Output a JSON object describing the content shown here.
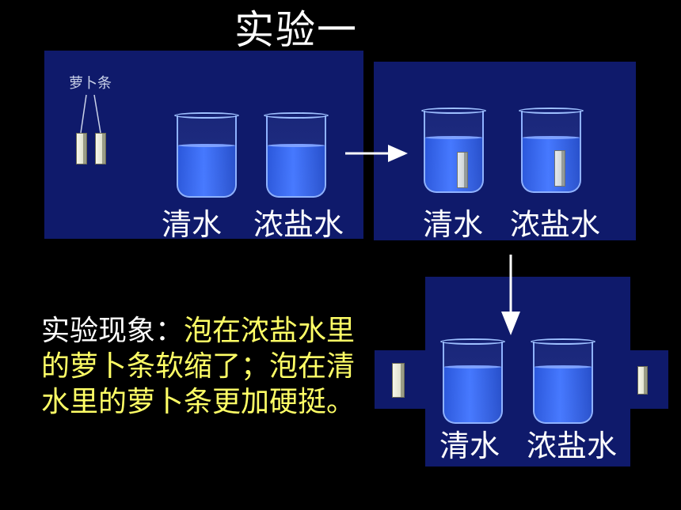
{
  "title": "实验一",
  "panel1": {
    "strip_caption": "萝卜条",
    "label_water": "清水",
    "label_salt": "浓盐水"
  },
  "panel2": {
    "label_water": "清水",
    "label_salt": "浓盐水"
  },
  "panel3": {
    "label_water": "清水",
    "label_salt": "浓盐水"
  },
  "observation": {
    "prefix": "实验现象：",
    "text": "泡在浓盐水里的萝卜条软缩了；泡在清水里的萝卜条更加硬挺。"
  },
  "colors": {
    "background": "#000000",
    "panel": "#0f1a6b",
    "water": "#2f62f0",
    "highlight_text": "#ffff66"
  }
}
